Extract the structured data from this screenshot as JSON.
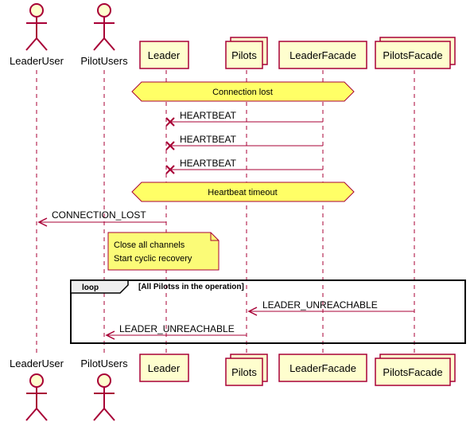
{
  "colors": {
    "participant_fill": "#FEFECE",
    "participant_stroke": "#A80036",
    "arrow": "#A80036",
    "divider_fill": "#FFFF66",
    "note_fill": "#FBFB77",
    "lifeline": "#A80036"
  },
  "actors": {
    "leader_user": "LeaderUser",
    "pilot_users": "PilotUsers"
  },
  "participants": {
    "leader": "Leader",
    "pilots": "Pilots",
    "leader_facade": "LeaderFacade",
    "pilots_facade": "PilotsFacade"
  },
  "dividers": {
    "connection_lost": "Connection lost",
    "heartbeat_timeout": "Heartbeat timeout"
  },
  "messages": {
    "heartbeat_1": "HEARTBEAT",
    "heartbeat_2": "HEARTBEAT",
    "heartbeat_3": "HEARTBEAT",
    "connection_lost": "CONNECTION_LOST",
    "leader_unreachable_1": "LEADER_UNREACHABLE",
    "leader_unreachable_2": "LEADER_UNREACHABLE"
  },
  "note": {
    "line1": "Close all channels",
    "line2": "Start cyclic recovery"
  },
  "loop": {
    "keyword": "loop",
    "condition": "[All Pilotss in the operation]"
  }
}
